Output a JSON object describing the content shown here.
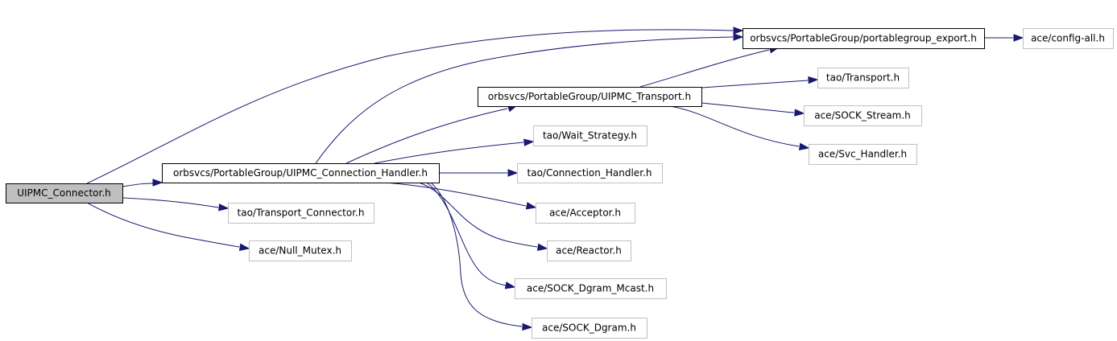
{
  "nodes": [
    {
      "id": "connector",
      "label": "UIPMC_Connector.h"
    },
    {
      "id": "conn_handler",
      "label": "orbsvcs/PortableGroup/UIPMC_Connection_Handler.h"
    },
    {
      "id": "transport_connector",
      "label": "tao/Transport_Connector.h"
    },
    {
      "id": "null_mutex",
      "label": "ace/Null_Mutex.h"
    },
    {
      "id": "pg_export",
      "label": "orbsvcs/PortableGroup/portablegroup_export.h"
    },
    {
      "id": "config_all",
      "label": "ace/config-all.h"
    },
    {
      "id": "uipmc_transport",
      "label": "orbsvcs/PortableGroup/UIPMC_Transport.h"
    },
    {
      "id": "tao_transport",
      "label": "tao/Transport.h"
    },
    {
      "id": "sock_stream",
      "label": "ace/SOCK_Stream.h"
    },
    {
      "id": "svc_handler",
      "label": "ace/Svc_Handler.h"
    },
    {
      "id": "wait_strategy",
      "label": "tao/Wait_Strategy.h"
    },
    {
      "id": "connection_handler",
      "label": "tao/Connection_Handler.h"
    },
    {
      "id": "acceptor",
      "label": "ace/Acceptor.h"
    },
    {
      "id": "reactor",
      "label": "ace/Reactor.h"
    },
    {
      "id": "sock_dgram_mcast",
      "label": "ace/SOCK_Dgram_Mcast.h"
    },
    {
      "id": "sock_dgram",
      "label": "ace/SOCK_Dgram.h"
    }
  ],
  "edges": [
    {
      "from": "connector",
      "to": "pg_export"
    },
    {
      "from": "connector",
      "to": "conn_handler"
    },
    {
      "from": "connector",
      "to": "transport_connector"
    },
    {
      "from": "connector",
      "to": "null_mutex"
    },
    {
      "from": "conn_handler",
      "to": "pg_export"
    },
    {
      "from": "conn_handler",
      "to": "uipmc_transport"
    },
    {
      "from": "conn_handler",
      "to": "wait_strategy"
    },
    {
      "from": "conn_handler",
      "to": "connection_handler"
    },
    {
      "from": "conn_handler",
      "to": "acceptor"
    },
    {
      "from": "conn_handler",
      "to": "reactor"
    },
    {
      "from": "conn_handler",
      "to": "sock_dgram_mcast"
    },
    {
      "from": "conn_handler",
      "to": "sock_dgram"
    },
    {
      "from": "pg_export",
      "to": "config_all"
    },
    {
      "from": "uipmc_transport",
      "to": "pg_export"
    },
    {
      "from": "uipmc_transport",
      "to": "tao_transport"
    },
    {
      "from": "uipmc_transport",
      "to": "sock_stream"
    },
    {
      "from": "uipmc_transport",
      "to": "svc_handler"
    }
  ],
  "colors": {
    "edge": "#191970",
    "root_fill": "#bfbfbf",
    "primary_border": "#000000",
    "secondary_border": "#c0c0c0"
  }
}
